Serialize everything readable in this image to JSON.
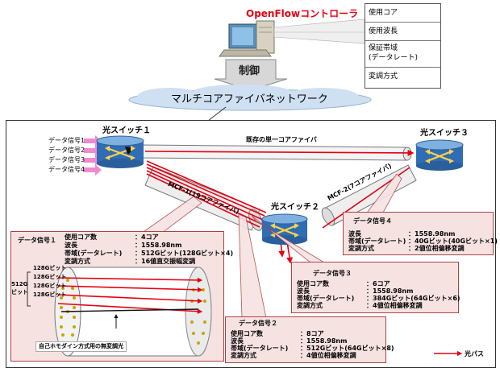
{
  "controller": {
    "title": "OpenFlowコントローラ",
    "control_label": "制御",
    "network_label": "マルチコアファイバネットワーク"
  },
  "params": [
    "使用コア",
    "使用波長",
    "保証帯域",
    "(データレート)",
    "変調方式"
  ],
  "switches": {
    "s1": "光スイッチ１",
    "s2": "光スイッチ２",
    "s3": "光スイッチ３"
  },
  "inputs": [
    "データ信号1",
    "データ信号2",
    "データ信号3",
    "データ信号4"
  ],
  "fibers": {
    "existing": "既存の単一コアファイバ",
    "mcf1": "MCF-1(19コアファイバ)",
    "mcf2": "MCF-2(7コアファイバ)"
  },
  "panel1": {
    "title": "データ信号１",
    "rows": [
      {
        "k": "使用コア数",
        "v": "：4コア"
      },
      {
        "k": "波長",
        "v": "：1558.98nm"
      },
      {
        "k": "帯域(データレート)",
        "v": "：512Gビット(128Gビット×4)"
      },
      {
        "k": "変調方式",
        "v": "：16値直交振幅変調"
      }
    ],
    "bundle": "512G\nビット",
    "channels": [
      "128Gビット",
      "128Gビット",
      "128Gビット",
      "128Gビット"
    ],
    "note": "自己ホモダイン方式用の無変調光"
  },
  "panel2": {
    "title": "データ信号２",
    "rows": [
      {
        "k": "使用コア数",
        "v": "：8コア"
      },
      {
        "k": "波長",
        "v": "：1558.98nm"
      },
      {
        "k": "帯域(データレート)",
        "v": "：512Gビット(64Gビット×8)"
      },
      {
        "k": "変調方式",
        "v": "：4値位相偏移変調"
      }
    ]
  },
  "panel3": {
    "title": "データ信号３",
    "rows": [
      {
        "k": "使用コア数",
        "v": "：6コア"
      },
      {
        "k": "波長",
        "v": "：1558.98nm"
      },
      {
        "k": "帯域(データレート)",
        "v": "：384Gビット(64Gビット×6)"
      },
      {
        "k": "変調方式",
        "v": "：4値位相偏移変調"
      }
    ]
  },
  "panel4": {
    "title": "データ信号４",
    "rows": [
      {
        "k": "波長",
        "v": "：1558.98nm"
      },
      {
        "k": "帯域(データレート)",
        "v": "：40Gビット(40Gビット×1)"
      },
      {
        "k": "変調方式",
        "v": "：2値位相偏移変調"
      }
    ]
  },
  "legend": {
    "label": "光パス"
  },
  "colors": {
    "accent_red": "#e60012",
    "panel_fill": "#f7e2e2",
    "cloud": "#cfe0f2",
    "switch_blue": "#2f6db5",
    "arrow_pink": "#f08ad0"
  }
}
